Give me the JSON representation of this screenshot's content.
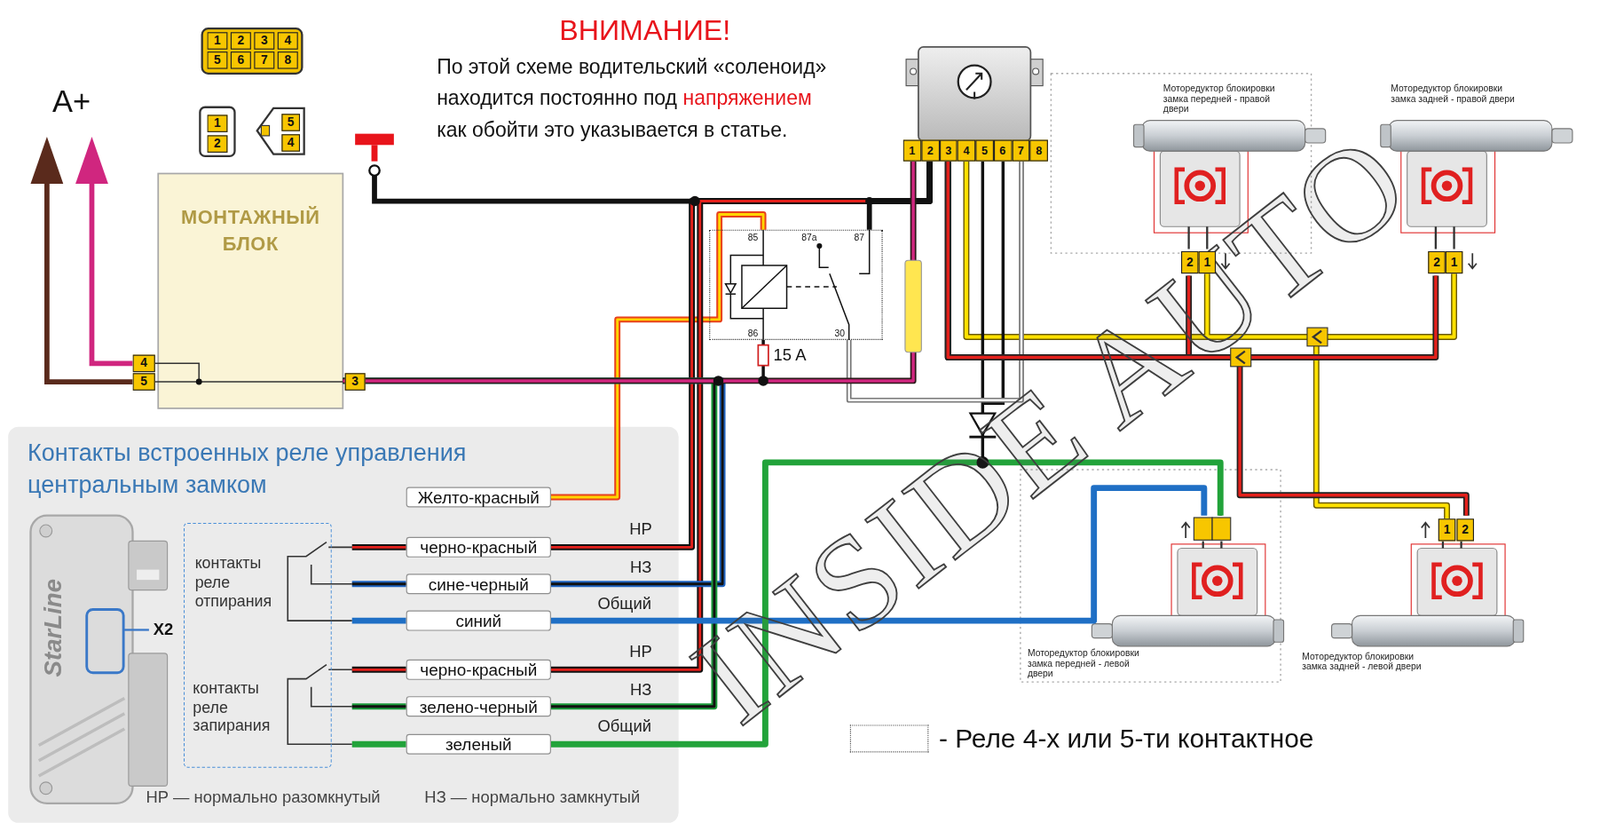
{
  "diagram": {
    "title": "ВНИМАНИЕ!",
    "nodes": [
      {
        "text": [
          "МОНТАЖНЫЙ БЛОК"
        ]
      },
      {
        "text": [
          "85",
          "87a",
          "87",
          "86",
          "30"
        ]
      },
      {
        "text": [
          "1",
          "2",
          "3",
          "4",
          "5",
          "6",
          "7",
          "8"
        ]
      },
      {
        "text": [
          "Моторедуктор блокировки замка передней - правой двери"
        ]
      },
      {
        "text": [
          "Моторедуктор блокировки замка задней - правой двери"
        ]
      },
      {
        "text": [
          "Контакты встроенных реле управления центральным замком"
        ]
      },
      {
        "text": [
          "контакты реле отпирания",
          "контакты реле запирания"
        ],
        "in": 5
      },
      {
        "text": [
          "Желто-красный"
        ],
        "in": 5
      },
      {
        "text": [
          "черно-красный"
        ],
        "in": 5
      },
      {
        "text": [
          "сине-черный"
        ],
        "in": 5
      },
      {
        "text": [
          "синий"
        ],
        "in": 5
      },
      {
        "text": [
          "черно-красный"
        ],
        "in": 5
      },
      {
        "text": [
          "зелено-черный"
        ],
        "in": 5
      },
      {
        "text": [
          "зеленый"
        ],
        "in": 5
      },
      {
        "text": [
          "Моторедуктор блокировки замка передней - левой двери"
        ]
      },
      {
        "text": [
          "Моторедуктор блокировки замка задней - левой двери"
        ]
      }
    ],
    "edges": [
      {
        "from": 7,
        "to": 1,
        "arrow": "none"
      },
      {
        "from": 8,
        "to": 2,
        "arrow": "none"
      },
      {
        "from": 11,
        "to": 2,
        "arrow": "none"
      },
      {
        "from": 9,
        "to": 0,
        "arrow": "none"
      },
      {
        "from": 12,
        "to": 0,
        "arrow": "none"
      },
      {
        "from": 10,
        "to": 14,
        "arrow": "none"
      },
      {
        "from": 13,
        "to": 14,
        "arrow": "none"
      },
      {
        "from": 0,
        "to": 2,
        "arrow": "none"
      },
      {
        "from": 1,
        "to": 0,
        "arrow": "none"
      },
      {
        "from": 1,
        "to": 2,
        "arrow": "none"
      },
      {
        "from": 1,
        "to": 2,
        "arrow": "none"
      },
      {
        "from": 2,
        "to": 3,
        "arrow": "none"
      },
      {
        "from": 2,
        "to": 4,
        "arrow": "none"
      },
      {
        "from": 2,
        "to": 14,
        "arrow": "none"
      },
      {
        "from": 2,
        "to": 15,
        "arrow": "none"
      }
    ],
    "labels": [
      "По этой схеме водительский «соленоид»",
      "находится постоянно под",
      "напряжением",
      "как обойти это указывается в статье.",
      "A+",
      "1",
      "2",
      "3",
      "4",
      "5",
      "6",
      "7",
      "8",
      "1",
      "2",
      "5",
      "4",
      "4",
      "5",
      "3",
      "15 A",
      "НР",
      "НЗ",
      "Общий",
      "НР",
      "НЗ",
      "Общий",
      "StarLine",
      "X2",
      "НР — нормально разомкнутый",
      "НЗ — нормально замкнутый",
      "2",
      "1",
      "2",
      "1",
      "1",
      "2",
      "INSIDE AUTO"
    ],
    "legend": [
      {
        "text": "- Реле 4-х или 5-ти контактное"
      }
    ]
  }
}
